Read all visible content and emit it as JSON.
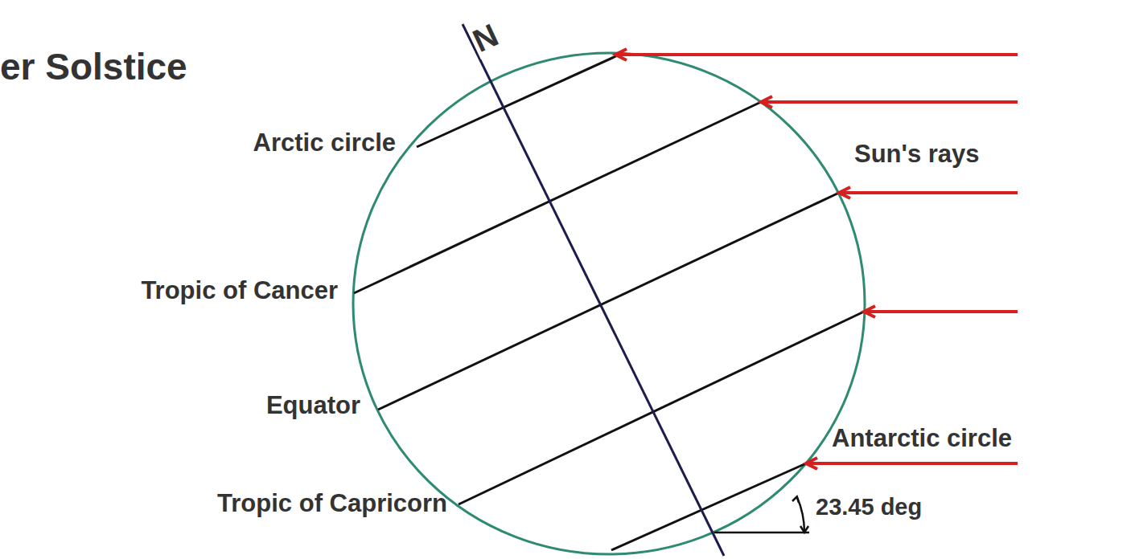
{
  "diagram": {
    "title": "er Solstice",
    "labels": [
      "N",
      "Arctic circle",
      "Sun's rays",
      "Tropic of Cancer",
      "Equator",
      "Antarctic circle",
      "Tropic of Capricorn",
      "23.45 deg"
    ]
  }
}
